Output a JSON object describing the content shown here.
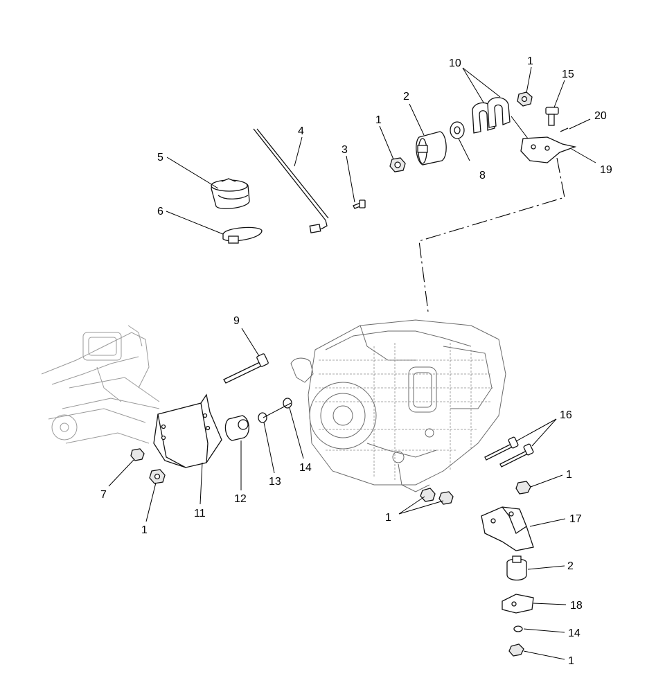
{
  "diagram": {
    "callouts": [
      {
        "id": "c1a",
        "label": "1"
      },
      {
        "id": "c15",
        "label": "15"
      },
      {
        "id": "c10",
        "label": "10"
      },
      {
        "id": "c20",
        "label": "20"
      },
      {
        "id": "c2a",
        "label": "2"
      },
      {
        "id": "c1b",
        "label": "1"
      },
      {
        "id": "c4",
        "label": "4"
      },
      {
        "id": "c3",
        "label": "3"
      },
      {
        "id": "c8",
        "label": "8"
      },
      {
        "id": "c19",
        "label": "19"
      },
      {
        "id": "c5",
        "label": "5"
      },
      {
        "id": "c6",
        "label": "6"
      },
      {
        "id": "c9",
        "label": "9"
      },
      {
        "id": "c16",
        "label": "16"
      },
      {
        "id": "c7",
        "label": "7"
      },
      {
        "id": "c1c",
        "label": "1"
      },
      {
        "id": "c11",
        "label": "11"
      },
      {
        "id": "c12",
        "label": "12"
      },
      {
        "id": "c13",
        "label": "13"
      },
      {
        "id": "c14a",
        "label": "14"
      },
      {
        "id": "c1d",
        "label": "1"
      },
      {
        "id": "c1e",
        "label": "1"
      },
      {
        "id": "c17",
        "label": "17"
      },
      {
        "id": "c2b",
        "label": "2"
      },
      {
        "id": "c18",
        "label": "18"
      },
      {
        "id": "c14b",
        "label": "14"
      },
      {
        "id": "c1f",
        "label": "1"
      }
    ]
  }
}
